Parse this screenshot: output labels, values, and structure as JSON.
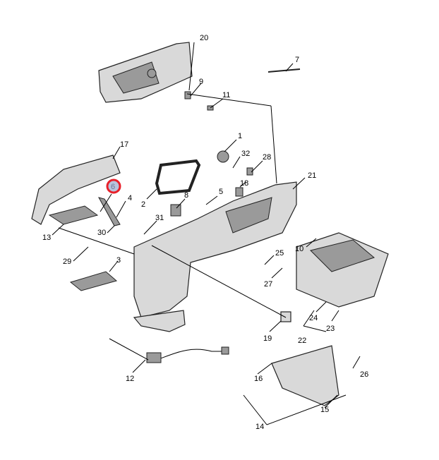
{
  "diagram": {
    "highlighted_callout": "6",
    "highlight_color": "#e8202a",
    "highlight_fill": "#b8c4dc",
    "callouts": [
      "20",
      "7",
      "9",
      "11",
      "17",
      "1",
      "32",
      "28",
      "21",
      "6",
      "4",
      "2",
      "8",
      "5",
      "18",
      "13",
      "31",
      "30",
      "10",
      "29",
      "3",
      "25",
      "27",
      "24",
      "19",
      "23",
      "22",
      "12",
      "16",
      "26",
      "15",
      "14"
    ]
  }
}
